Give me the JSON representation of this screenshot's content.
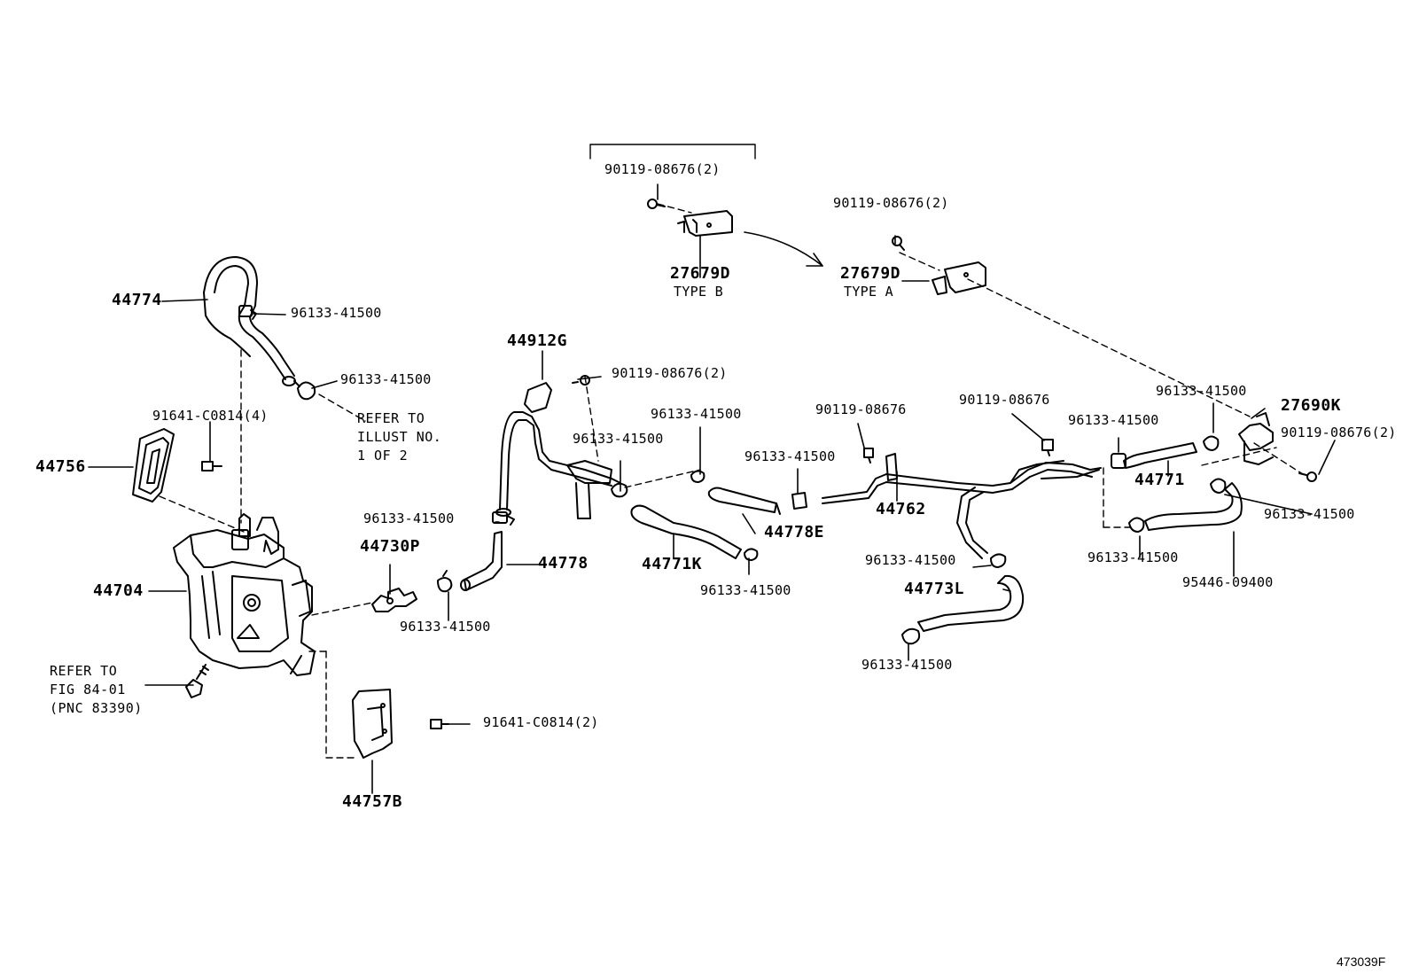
{
  "callouts": {
    "p44774": "44774",
    "c96133_a": "96133-41500",
    "c96133_b": "96133-41500",
    "refer1": "REFER TO\nILLUST NO.\n1 OF 2",
    "c91641_4": "91641-C0814(4)",
    "p44756": "44756",
    "p44704": "44704",
    "refer2": "REFER TO\nFIG 84-01\n(PNC 83390)",
    "c91641_2": "91641-C0814(2)",
    "p44757B": "44757B",
    "c90119_top": "90119-08676(2)",
    "p27679D_b": "27679D",
    "typeB": "TYPE B",
    "c90119_topright": "90119-08676(2)",
    "p27679D_a": "27679D",
    "typeA": "TYPE A",
    "p44912G": "44912G",
    "c90119_mid": "90119-08676(2)",
    "c96133_c": "96133-41500",
    "c96133_d": "96133-41500",
    "p44730P": "44730P",
    "c96133_e": "96133-41500",
    "p44778": "44778",
    "c96133_f": "96133-41500",
    "p44771K": "44771K",
    "c96133_g": "96133-41500",
    "p44778E": "44778E",
    "c96133_h": "96133-41500",
    "c90119_single1": "90119-08676",
    "p44762": "44762",
    "c90119_single2": "90119-08676",
    "c96133_i": "96133-41500",
    "p44773L": "44773L",
    "c96133_j": "96133-41500",
    "c96133_k": "96133-41500",
    "c96133_l": "96133-41500",
    "p27690K": "27690K",
    "c90119_right": "90119-08676(2)",
    "p44771": "44771",
    "c96133_m": "96133-41500",
    "c96133_n": "96133-41500",
    "p95446": "95446-09400"
  },
  "figure_id": "473039F",
  "colors": {
    "ink": "#000000",
    "background": "#ffffff"
  }
}
